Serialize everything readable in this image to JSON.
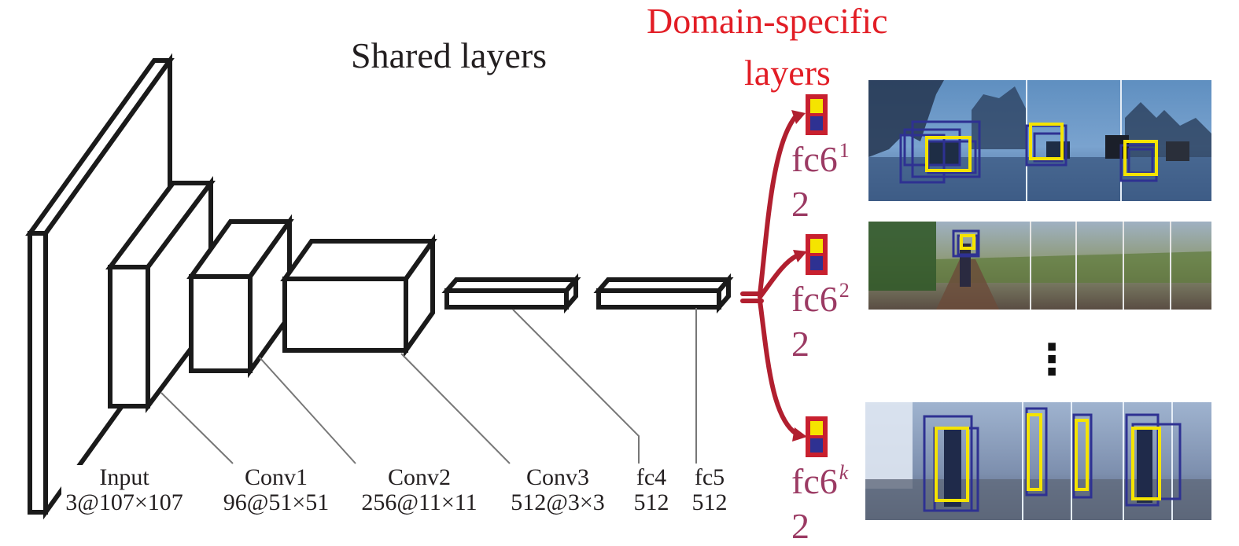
{
  "titles": {
    "shared": "Shared layers",
    "domain_line1": "Domain-specific",
    "domain_line2": "layers"
  },
  "layers": [
    {
      "name": "Input",
      "dims": "3@107×107"
    },
    {
      "name": "Conv1",
      "dims": "96@51×51"
    },
    {
      "name": "Conv2",
      "dims": "256@11×11"
    },
    {
      "name": "Conv3",
      "dims": "512@3×3"
    },
    {
      "name": "fc4",
      "dims": "512"
    },
    {
      "name": "fc5",
      "dims": "512"
    }
  ],
  "branches": [
    {
      "base": "fc6",
      "sup": "1",
      "size": "2"
    },
    {
      "base": "fc6",
      "sup": "2",
      "size": "2"
    },
    {
      "base": "fc6",
      "sup": "k",
      "size": "2"
    }
  ],
  "ellipsis": "⋮",
  "colors": {
    "domain_title": "#e21d25",
    "branch_arrow": "#b11f2f",
    "branch_label": "#9b3a63",
    "box_top": "#f5e400",
    "box_bottom": "#2e3192",
    "box_border": "#c8202f",
    "target_box": "#f5e400",
    "candidate_box": "#2e3192"
  }
}
